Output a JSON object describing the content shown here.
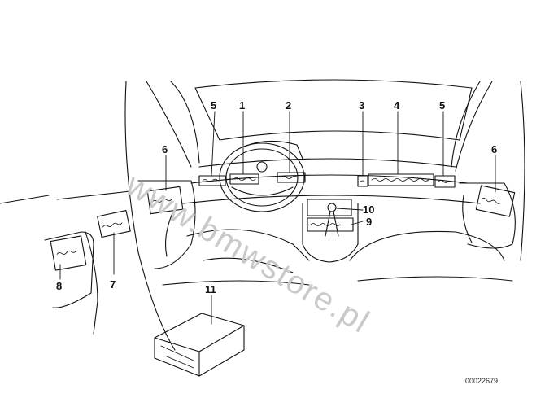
{
  "callouts": {
    "c1": "1",
    "c2": "2",
    "c3": "3",
    "c4": "4",
    "c5_left": "5",
    "c5_right": "5",
    "c6_left": "6",
    "c6_right": "6",
    "c7": "7",
    "c8": "8",
    "c9": "9",
    "c10": "10",
    "c11": "11"
  },
  "part_number": "00022679",
  "watermark": "www.bmwstore.pl",
  "colors": {
    "line": "#111111",
    "background": "#ffffff",
    "watermark": "#c9c9c9"
  }
}
